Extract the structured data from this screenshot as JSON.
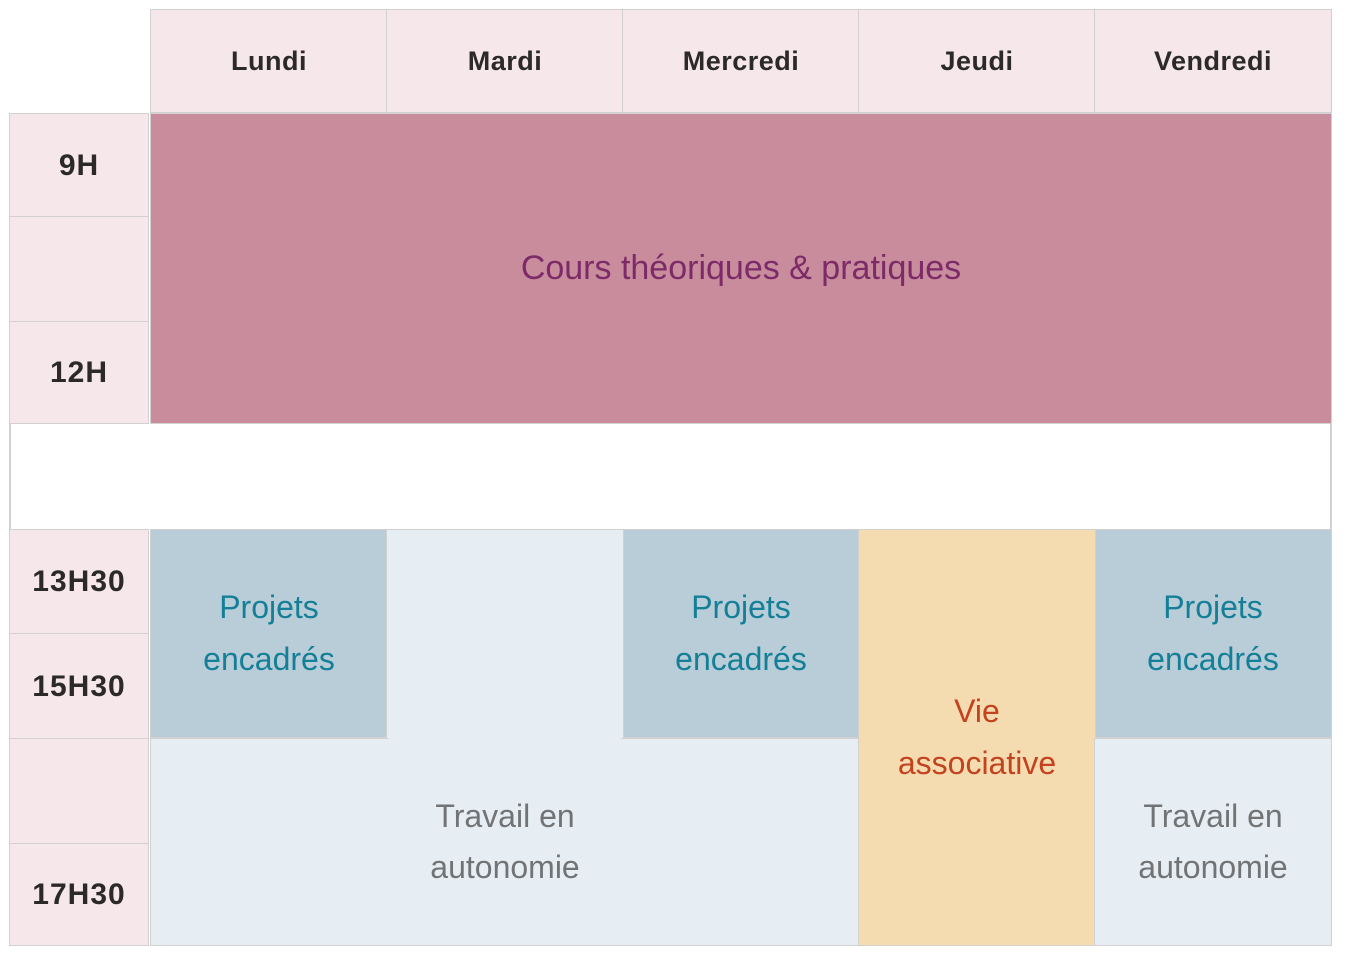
{
  "header": {
    "days": [
      "Lundi",
      "Mardi",
      "Mercredi",
      "Jeudi",
      "Vendredi"
    ]
  },
  "time_column": {
    "labels": [
      "9H",
      "",
      "12H",
      "13H30",
      "15H30",
      "",
      "17H30"
    ]
  },
  "blocks": {
    "cours": {
      "label": "Cours théoriques & pratiques",
      "bg": "#c88c9c",
      "text_color": "#7d2a68"
    },
    "projets": {
      "label": "Projets\nencadrés",
      "bg": "#b9cdd9",
      "text_color": "#147f96"
    },
    "travail": {
      "label": "Travail en\nautonomie",
      "bg": "#e6eef3",
      "text_color": "#717375"
    },
    "vie": {
      "label": "Vie\nassociative",
      "bg": "#f5dbb0",
      "text_color": "#c4431f"
    }
  },
  "colors": {
    "cell_bg": "#f6e7ea",
    "grid_line": "#d2d0d1",
    "label_text": "#2b2a29"
  },
  "entries": [
    {
      "activity": "Cours théoriques & pratiques",
      "days": [
        "Lundi",
        "Mardi",
        "Mercredi",
        "Jeudi",
        "Vendredi"
      ],
      "time_span": "9H–12H"
    },
    {
      "activity": "Projets encadrés",
      "days": [
        "Lundi",
        "Mercredi",
        "Vendredi"
      ],
      "time_span": "13H30–15H30"
    },
    {
      "activity": "Travail en autonomie",
      "days": [
        "Mardi"
      ],
      "time_span": "13H30–17H30"
    },
    {
      "activity": "Travail en autonomie",
      "days": [
        "Lundi",
        "Mercredi",
        "Vendredi"
      ],
      "time_span": "15H30–17H30"
    },
    {
      "activity": "Vie associative",
      "days": [
        "Jeudi"
      ],
      "time_span": "13H30–17H30"
    }
  ]
}
